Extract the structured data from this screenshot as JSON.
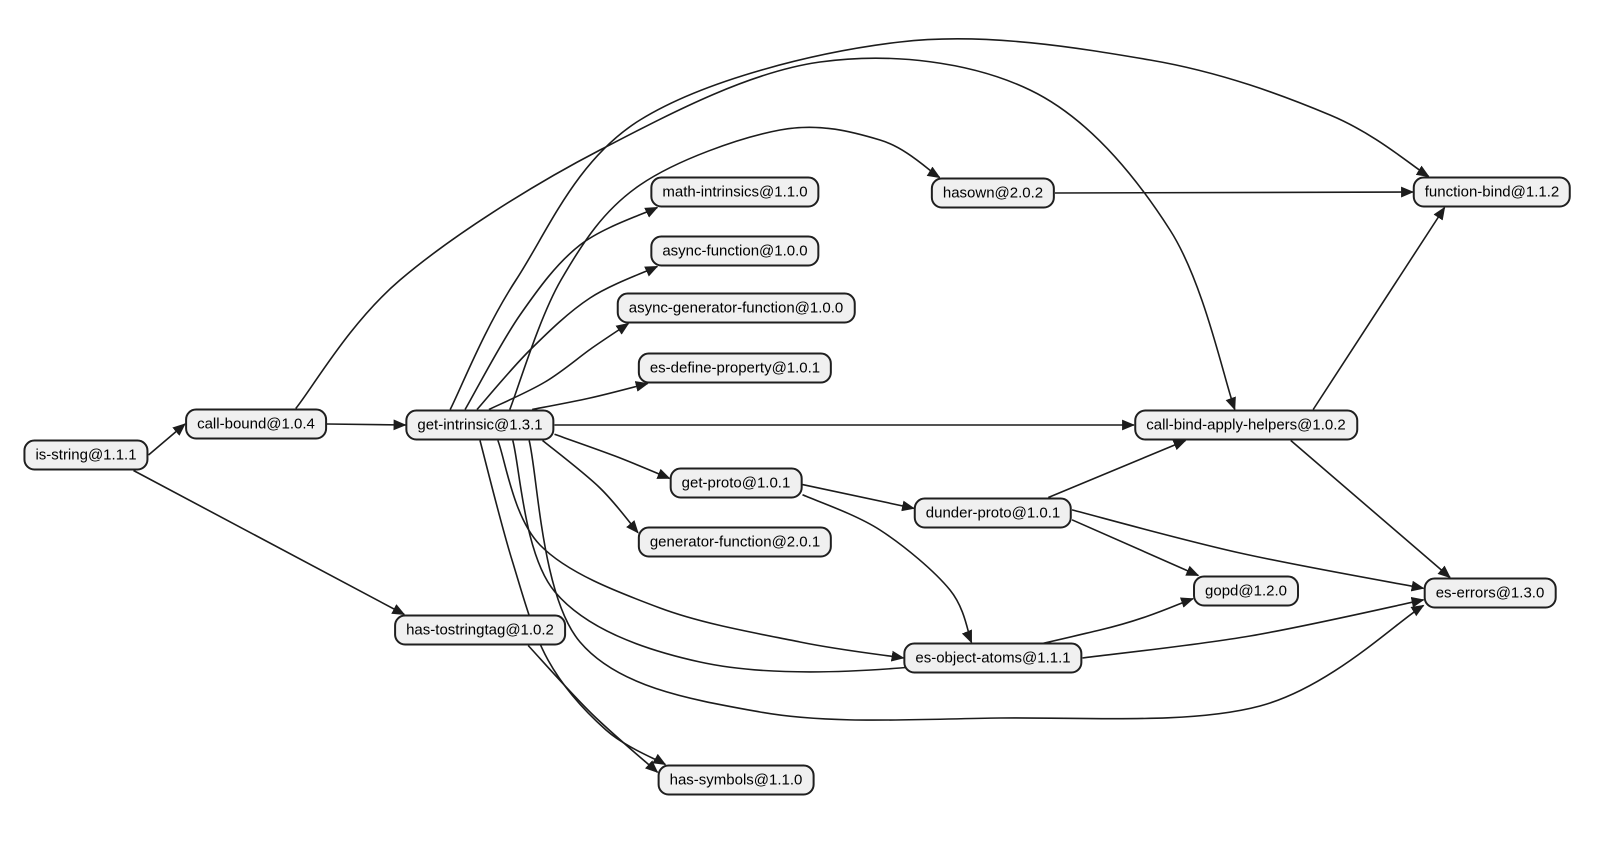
{
  "diagram": {
    "kind": "npm-dependency-graph",
    "colors": {
      "background": "#ffffff",
      "node_fill": "#f0f0f0",
      "node_border": "#1f1f1f",
      "edge": "#1c1c1c",
      "text": "#000000"
    },
    "nodes": [
      {
        "id": "is-string",
        "label": "is-string@1.1.1"
      },
      {
        "id": "call-bound",
        "label": "call-bound@1.0.4"
      },
      {
        "id": "get-intrinsic",
        "label": "get-intrinsic@1.3.1"
      },
      {
        "id": "math-intrinsics",
        "label": "math-intrinsics@1.1.0"
      },
      {
        "id": "async-function",
        "label": "async-function@1.0.0"
      },
      {
        "id": "async-generator-function",
        "label": "async-generator-function@1.0.0"
      },
      {
        "id": "es-define-property",
        "label": "es-define-property@1.0.1"
      },
      {
        "id": "hasown",
        "label": "hasown@2.0.2"
      },
      {
        "id": "function-bind",
        "label": "function-bind@1.1.2"
      },
      {
        "id": "call-bind-apply-helpers",
        "label": "call-bind-apply-helpers@1.0.2"
      },
      {
        "id": "get-proto",
        "label": "get-proto@1.0.1"
      },
      {
        "id": "dunder-proto",
        "label": "dunder-proto@1.0.1"
      },
      {
        "id": "generator-function",
        "label": "generator-function@2.0.1"
      },
      {
        "id": "gopd",
        "label": "gopd@1.2.0"
      },
      {
        "id": "es-errors",
        "label": "es-errors@1.3.0"
      },
      {
        "id": "has-tostringtag",
        "label": "has-tostringtag@1.0.2"
      },
      {
        "id": "es-object-atoms",
        "label": "es-object-atoms@1.1.1"
      },
      {
        "id": "has-symbols",
        "label": "has-symbols@1.1.0"
      }
    ],
    "edges": [
      {
        "from": "is-string",
        "to": "call-bound"
      },
      {
        "from": "is-string",
        "to": "has-tostringtag"
      },
      {
        "from": "call-bound",
        "to": "get-intrinsic"
      },
      {
        "from": "call-bound",
        "to": "call-bind-apply-helpers"
      },
      {
        "from": "get-intrinsic",
        "to": "math-intrinsics"
      },
      {
        "from": "get-intrinsic",
        "to": "async-function"
      },
      {
        "from": "get-intrinsic",
        "to": "async-generator-function"
      },
      {
        "from": "get-intrinsic",
        "to": "es-define-property"
      },
      {
        "from": "get-intrinsic",
        "to": "hasown"
      },
      {
        "from": "get-intrinsic",
        "to": "function-bind"
      },
      {
        "from": "get-intrinsic",
        "to": "call-bind-apply-helpers"
      },
      {
        "from": "get-intrinsic",
        "to": "get-proto"
      },
      {
        "from": "get-intrinsic",
        "to": "generator-function"
      },
      {
        "from": "get-intrinsic",
        "to": "has-symbols"
      },
      {
        "from": "get-intrinsic",
        "to": "es-object-atoms"
      },
      {
        "from": "get-intrinsic",
        "to": "gopd"
      },
      {
        "from": "get-intrinsic",
        "to": "es-errors"
      },
      {
        "from": "hasown",
        "to": "function-bind"
      },
      {
        "from": "call-bind-apply-helpers",
        "to": "function-bind"
      },
      {
        "from": "call-bind-apply-helpers",
        "to": "es-errors"
      },
      {
        "from": "get-proto",
        "to": "dunder-proto"
      },
      {
        "from": "get-proto",
        "to": "es-object-atoms"
      },
      {
        "from": "dunder-proto",
        "to": "call-bind-apply-helpers"
      },
      {
        "from": "dunder-proto",
        "to": "gopd"
      },
      {
        "from": "dunder-proto",
        "to": "es-errors"
      },
      {
        "from": "es-object-atoms",
        "to": "es-errors"
      },
      {
        "from": "has-tostringtag",
        "to": "has-symbols"
      }
    ]
  }
}
